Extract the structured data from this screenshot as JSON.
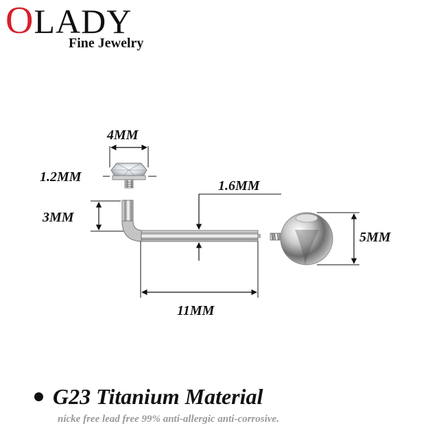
{
  "brand": {
    "logo_text_first": "O",
    "logo_text_rest": "LADY",
    "tagline": "Fine Jewelry",
    "logo_accent_color": "#d8202a"
  },
  "dimensions": {
    "top_width": "4MM",
    "top_thickness": "1.2MM",
    "post_thickness": "1.6MM",
    "bend_height": "3MM",
    "ball_diameter": "5MM",
    "post_length": "11MM"
  },
  "footer": {
    "material": "G23 Titanium Material",
    "features": "nicke free lead free 99% anti-allergic anti-corrosive."
  }
}
